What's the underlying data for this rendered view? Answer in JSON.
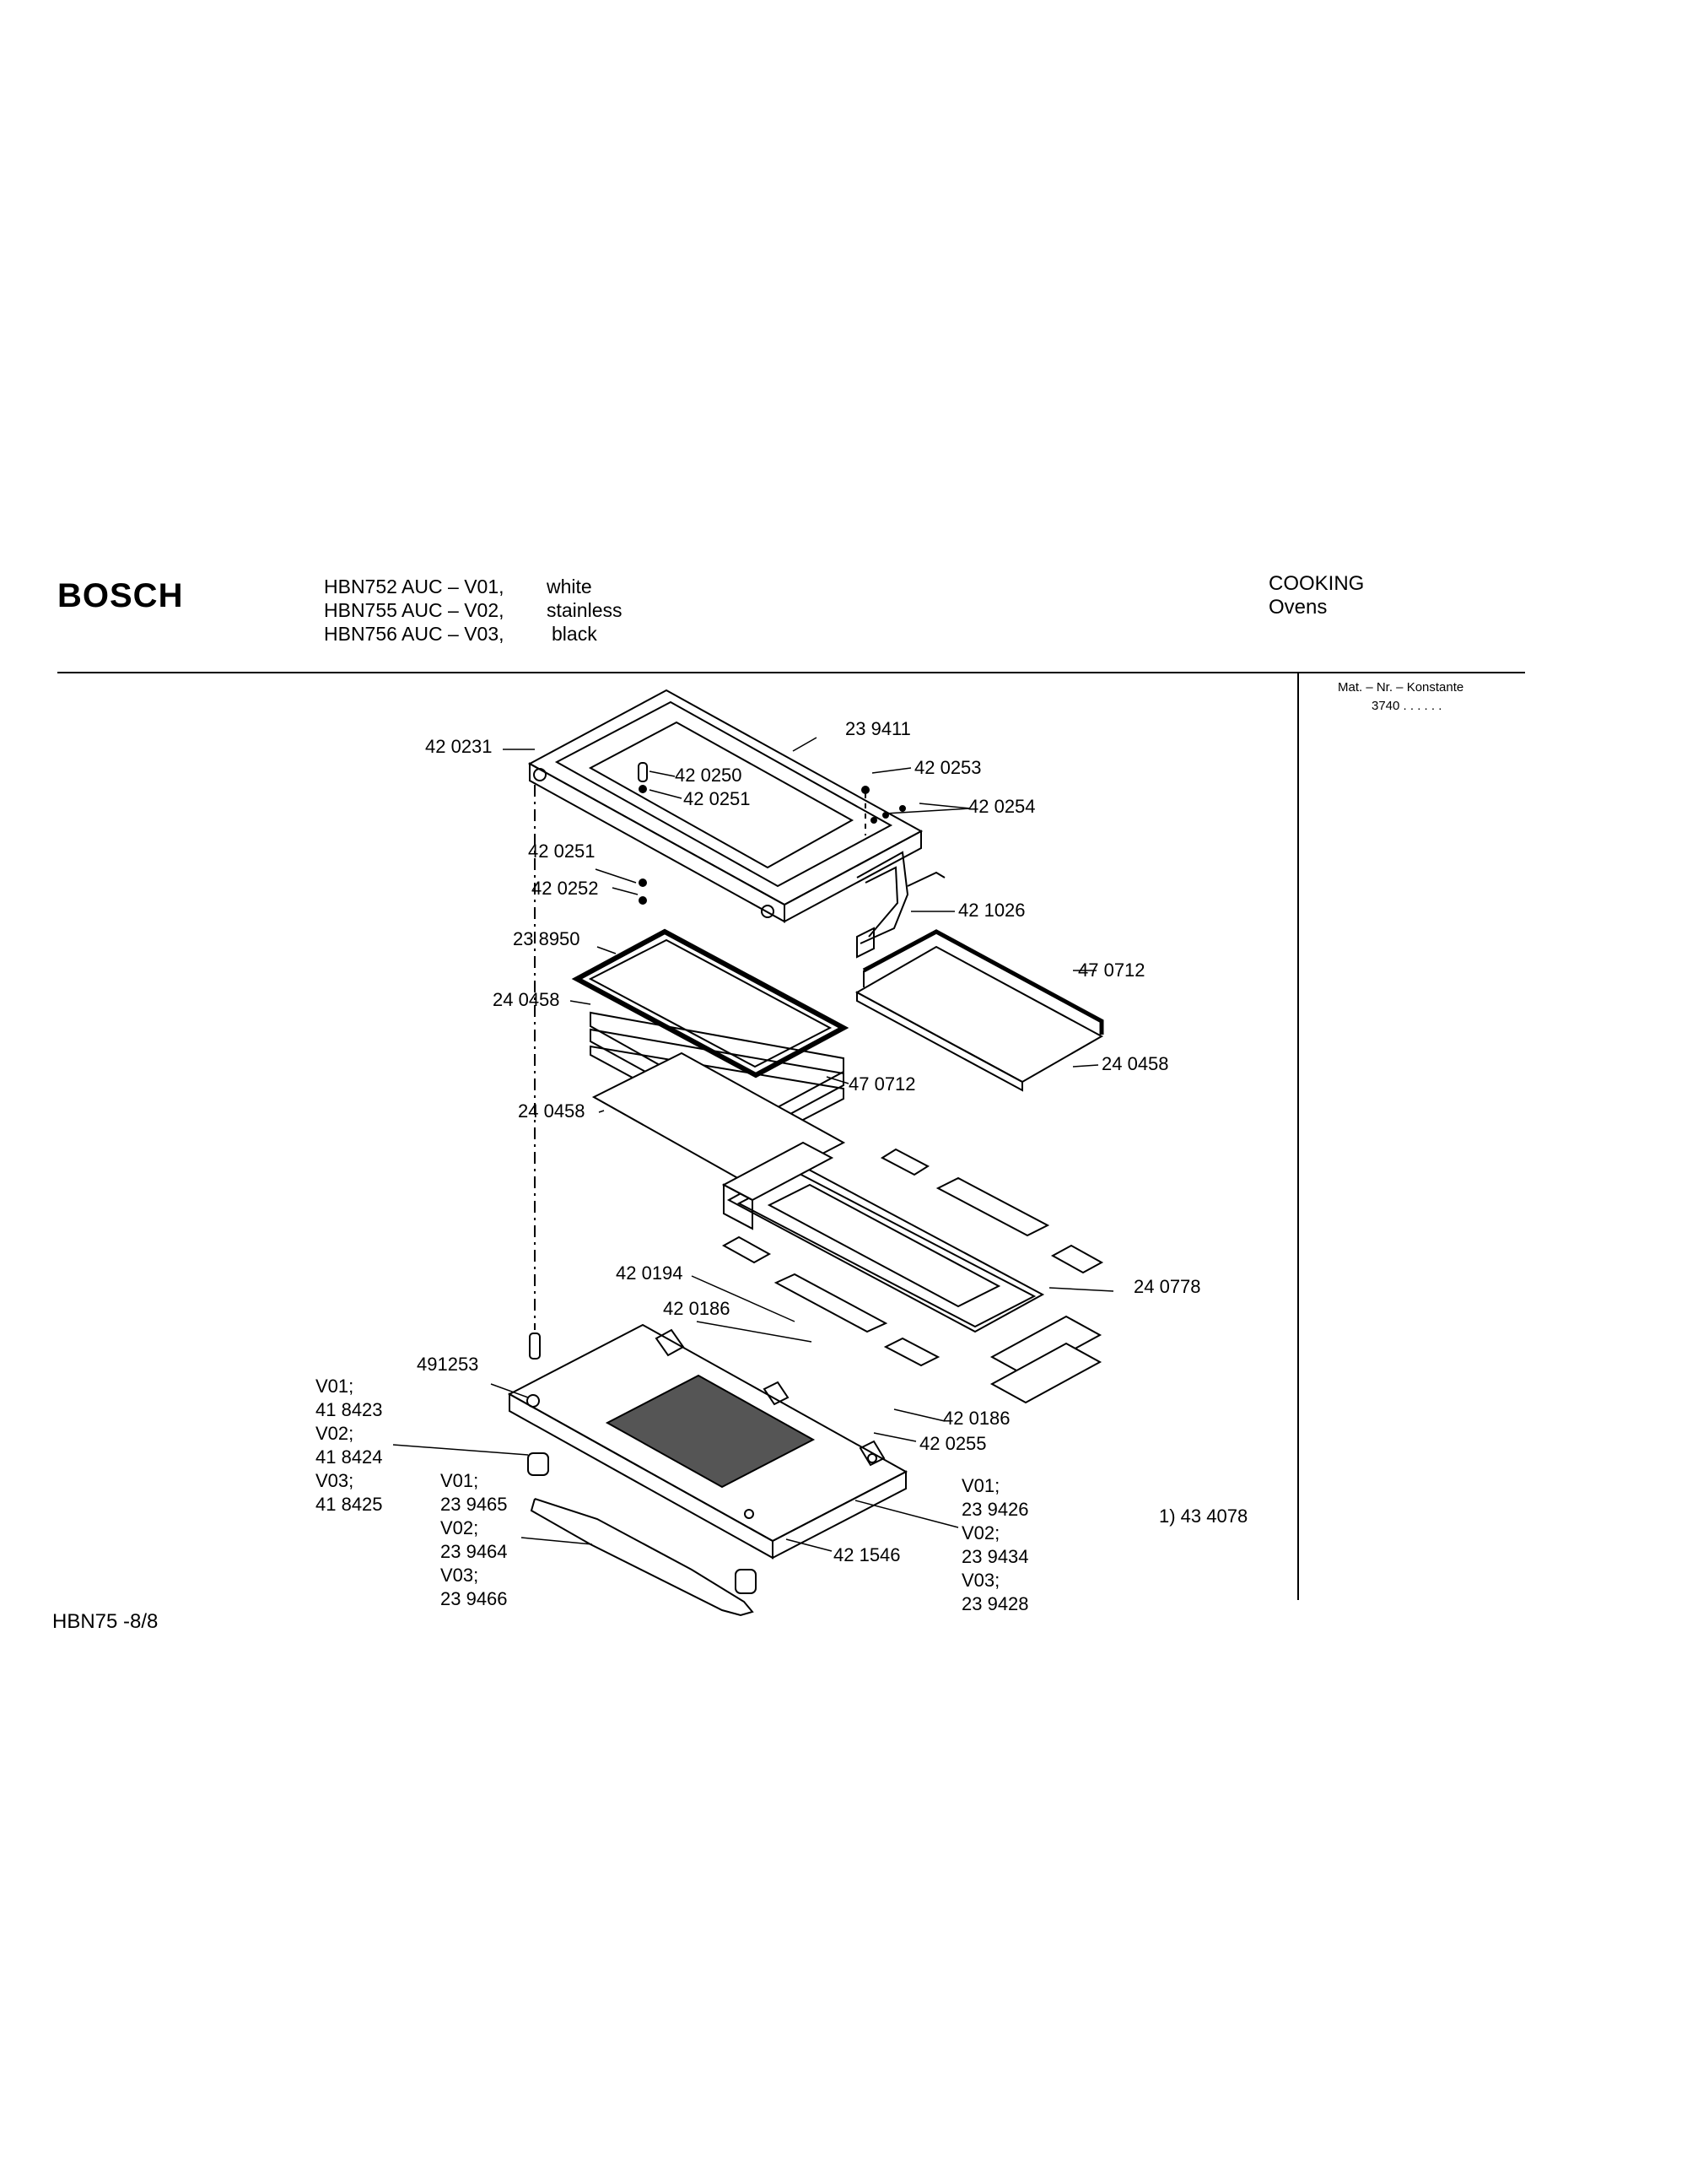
{
  "header": {
    "brand": "BOSCH",
    "models": [
      {
        "model": "HBN752 AUC – V01,",
        "color": "white"
      },
      {
        "model": "HBN755 AUC – V02,",
        "color": "stainless"
      },
      {
        "model": "HBN756 AUC – V03,",
        "color": "black"
      }
    ],
    "category": "COOKING",
    "subcategory": "Ovens"
  },
  "sidebar": {
    "mat_label": "Mat. – Nr. – Konstante",
    "mat_value": "3740 .  .   .  .  .  ."
  },
  "parts": [
    {
      "id": "p1",
      "text": "42 0231"
    },
    {
      "id": "p2",
      "text": "23 9411"
    },
    {
      "id": "p3",
      "text": "42 0250"
    },
    {
      "id": "p4",
      "text": "42 0251"
    },
    {
      "id": "p5",
      "text": "42 0253"
    },
    {
      "id": "p6",
      "text": "42 0254"
    },
    {
      "id": "p7",
      "text": "42 0251"
    },
    {
      "id": "p8",
      "text": "42 0252"
    },
    {
      "id": "p9",
      "text": "42 1026"
    },
    {
      "id": "p10",
      "text": "23 8950"
    },
    {
      "id": "p11",
      "text": "47 0712"
    },
    {
      "id": "p12",
      "text": "24 0458"
    },
    {
      "id": "p13",
      "text": "47 0712"
    },
    {
      "id": "p14",
      "text": "24 0458"
    },
    {
      "id": "p15",
      "text": "24 0458"
    },
    {
      "id": "p16",
      "text": "42 0194"
    },
    {
      "id": "p17",
      "text": "24 0778"
    },
    {
      "id": "p18",
      "text": "42 0186"
    },
    {
      "id": "p19",
      "text": "491253"
    },
    {
      "id": "p20",
      "text": "42 0186"
    },
    {
      "id": "p21",
      "text": "42 0255"
    },
    {
      "id": "p22",
      "text": "42 1546"
    }
  ],
  "variants_left": [
    "V01;",
    "41 8423",
    "V02;",
    "41 8424",
    "V03;",
    "41 8425"
  ],
  "variants_mid": [
    "V01;",
    "23 9465",
    "V02;",
    "23 9464",
    "V03;",
    "23 9466"
  ],
  "variants_right": [
    "V01;",
    "23 9426",
    "V02;",
    "23 9434",
    "V03;",
    "23 9428"
  ],
  "note": "1) 43 4078",
  "footer": "HBN75  -8/8"
}
